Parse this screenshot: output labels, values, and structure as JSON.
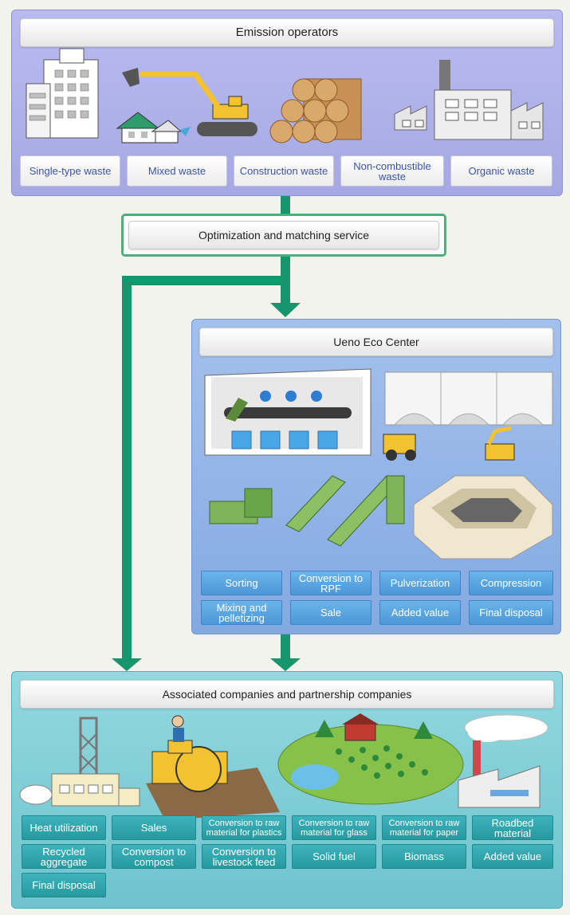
{
  "emission": {
    "title": "Emission operators",
    "categories": [
      "Single-type waste",
      "Mixed waste",
      "Construction waste",
      "Non-combustible waste",
      "Organic waste"
    ]
  },
  "matching": {
    "title": "Optimization and matching service"
  },
  "ueno": {
    "title": "Ueno Eco Center",
    "processes": [
      "Sorting",
      "Conversion to RPF",
      "Pulverization",
      "Compression",
      "Mixing and pelletizing",
      "Sale",
      "Added value",
      "Final disposal"
    ]
  },
  "associated": {
    "title": "Associated companies and partnership companies",
    "uses": [
      "Heat utilization",
      "Sales",
      "Conversion to raw material for plastics",
      "Conversion to raw material for glass",
      "Conversion to raw material for paper",
      "Roadbed material",
      "Recycled aggregate",
      "Conversion to compost",
      "Conversion to livestock feed",
      "Solid fuel",
      "Biomass",
      "Added value",
      "Final disposal"
    ]
  },
  "colors": {
    "emission_panel": "#b2b4ea",
    "matching_border": "#4cae78",
    "ueno_panel": "#8fb2e6",
    "associated_panel": "#7fcfd8",
    "arrow": "#17966d"
  }
}
